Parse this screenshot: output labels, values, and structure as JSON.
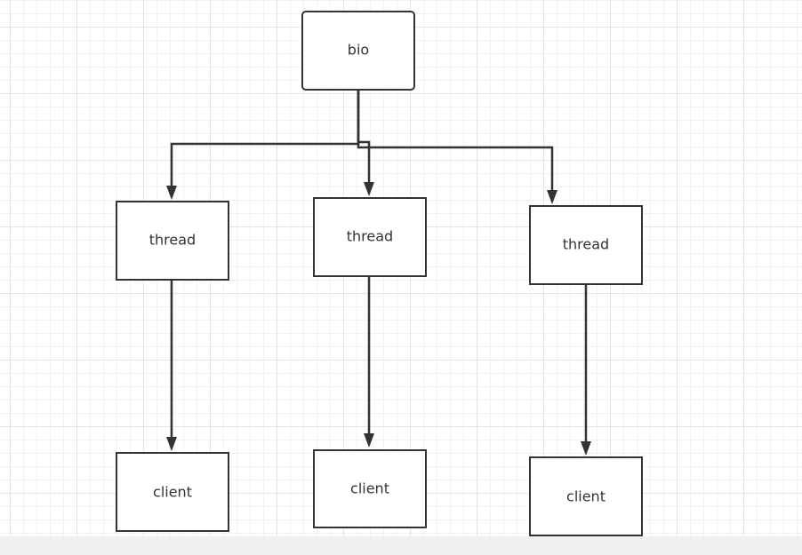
{
  "nodes": {
    "bio": "bio",
    "thread_1": "thread",
    "thread_2": "thread",
    "thread_3": "thread",
    "client_1": "client",
    "client_2": "client",
    "client_3": "client"
  },
  "edges": [
    {
      "from": "bio",
      "to": "thread_1"
    },
    {
      "from": "bio",
      "to": "thread_2"
    },
    {
      "from": "bio",
      "to": "thread_3"
    },
    {
      "from": "thread_1",
      "to": "client_1"
    },
    {
      "from": "thread_2",
      "to": "client_2"
    },
    {
      "from": "thread_3",
      "to": "client_3"
    }
  ],
  "colors": {
    "stroke": "#333333",
    "node_fill": "#ffffff",
    "grid": "#e4e4e4"
  }
}
